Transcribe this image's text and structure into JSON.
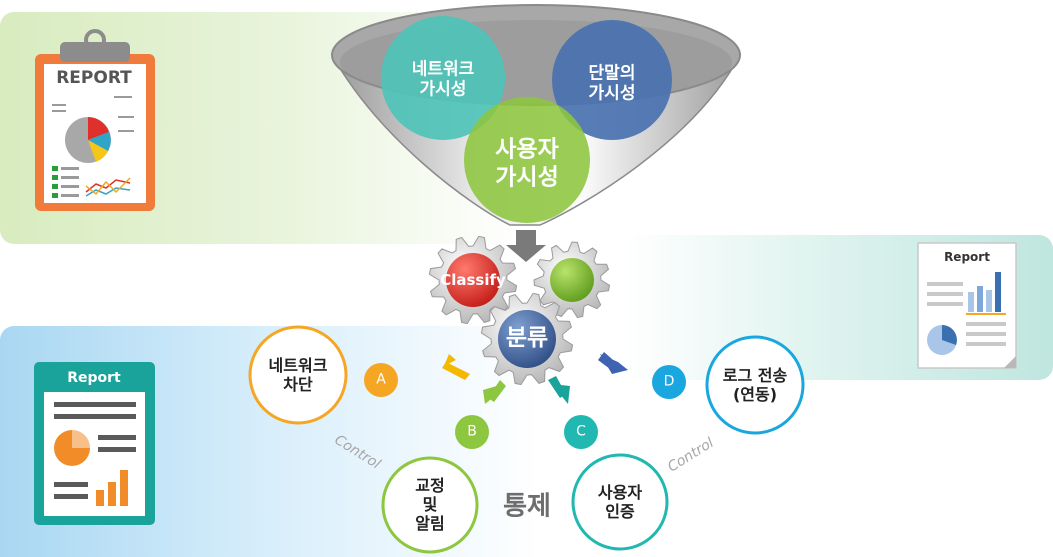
{
  "funnel": {
    "network_visibility": "네트워크\n가시성",
    "terminal_visibility": "단말의\n가시성",
    "user_visibility": "사용자\n가시성"
  },
  "gears": {
    "classify": "Classify",
    "classify_ko": "분류"
  },
  "nodes": {
    "a": {
      "letter": "A",
      "label": "네트워크\n차단"
    },
    "b": {
      "letter": "B",
      "label": "교정\n및\n알림"
    },
    "c": {
      "letter": "C",
      "label": "사용자\n인증"
    },
    "d": {
      "letter": "D",
      "label": "로그 전송\n(연동)"
    }
  },
  "control_left": "Control",
  "control_right": "Control",
  "center_label": "통제",
  "reports": {
    "top_left": "REPORT",
    "bottom_left": "Report",
    "right": "Report"
  },
  "colors": {
    "green": "#8dc63f",
    "blue_dark": "#4a72b0",
    "teal": "#4ec3b8",
    "orange": "#f5a623",
    "cyan": "#1aa7e0",
    "red": "#e0302b",
    "report_orange": "#f07b3a",
    "report_teal": "#1aa39a"
  }
}
